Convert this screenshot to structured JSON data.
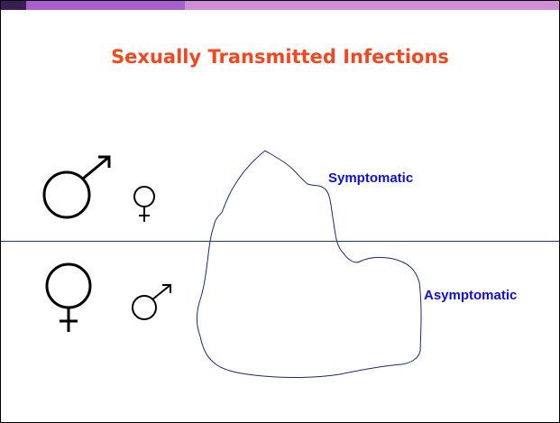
{
  "slide": {
    "title": "Sexually Transmitted Infections",
    "labels": {
      "above_water": "Symptomatic",
      "below_water": "Asymptomatic"
    },
    "colors": {
      "title": "#f04820",
      "labels": "#1010cc",
      "iceberg_outline": "#1a2a6c",
      "waterline": "#1f3a6e",
      "bar_dark": "#3b1e57",
      "bar_mid": "#a760cd",
      "bar_light": "#d08ed8"
    },
    "icons": [
      "male-symbol-large",
      "female-symbol-small",
      "female-symbol-large",
      "male-symbol-small",
      "iceberg-outline"
    ]
  }
}
